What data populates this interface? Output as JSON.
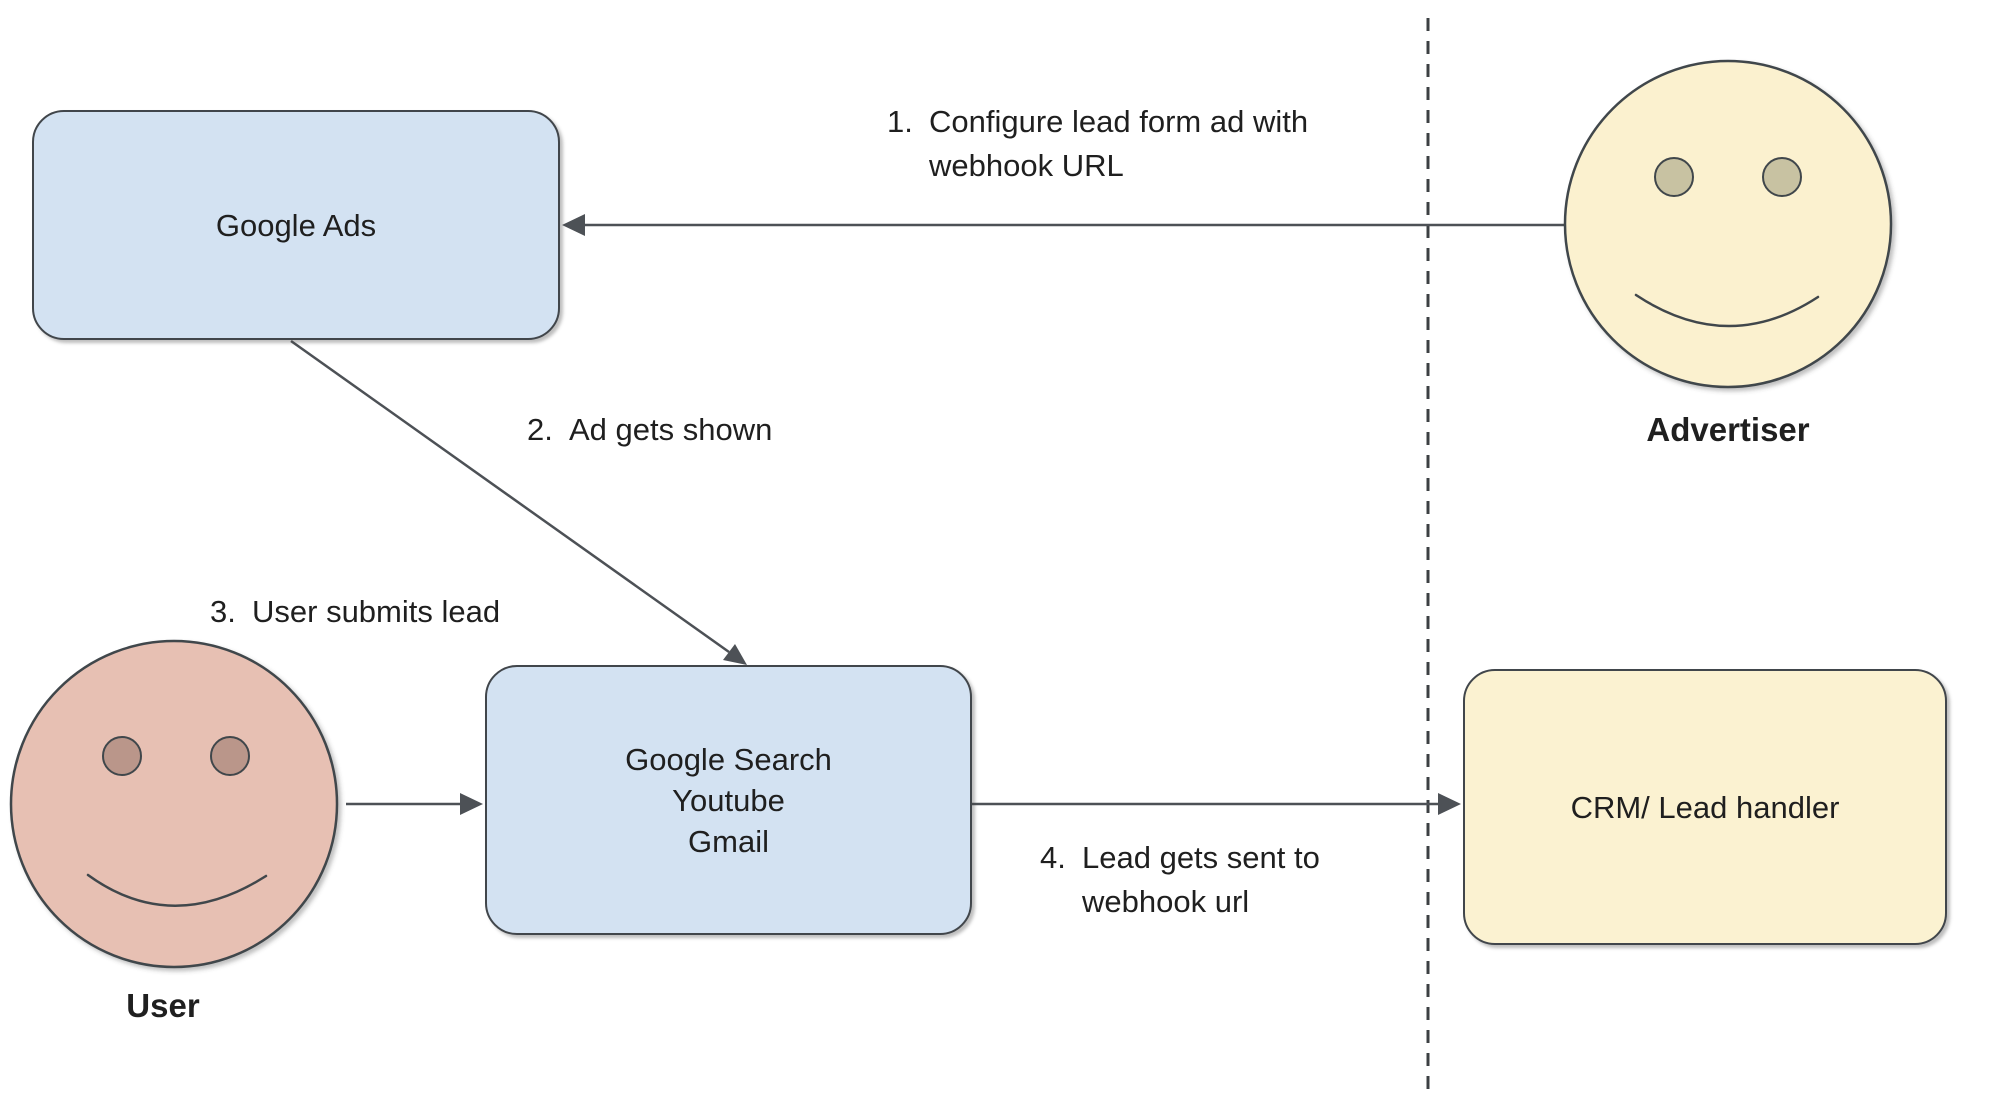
{
  "nodes": {
    "google_ads": {
      "label": "Google Ads",
      "fill": "#d3e2f2"
    },
    "surfaces": {
      "label": "Google Search\nYoutube\nGmail",
      "fill": "#d3e2f2"
    },
    "crm": {
      "label": "CRM/ Lead handler",
      "fill": "#fbf2d1"
    }
  },
  "actors": {
    "advertiser": {
      "label": "Advertiser",
      "face_fill": "#fbf1cf",
      "eye_fill": "#c8c2a2"
    },
    "user": {
      "label": "User",
      "face_fill": "#e7c0b3",
      "eye_fill": "#ba968a"
    }
  },
  "steps": [
    {
      "num": "1.",
      "text": "Configure lead form ad with\nwebhook URL"
    },
    {
      "num": "2.",
      "text": "Ad gets shown"
    },
    {
      "num": "3.",
      "text": "User submits lead"
    },
    {
      "num": "4.",
      "text": "Lead gets sent to\nwebhook url"
    }
  ],
  "colors": {
    "outline": "#41464b",
    "connector": "#4d5156",
    "text": "#1f1f1f",
    "background": "#ffffff"
  }
}
